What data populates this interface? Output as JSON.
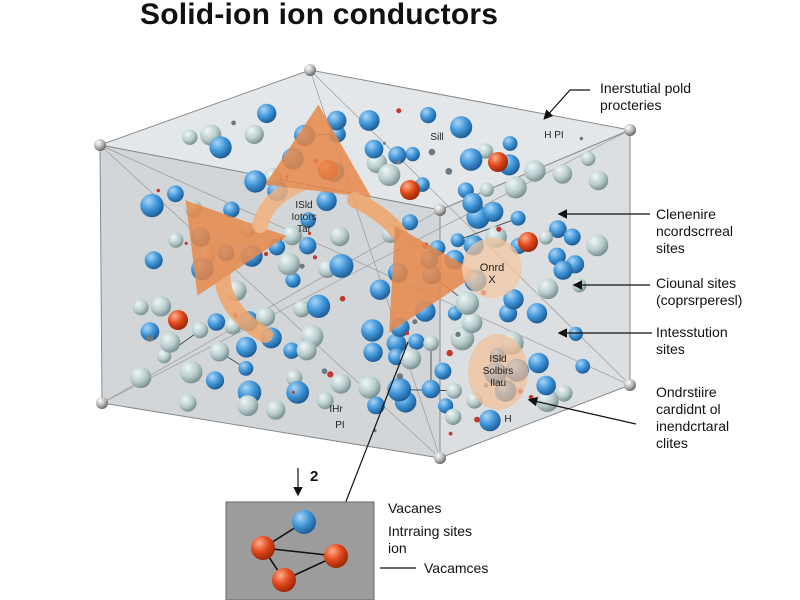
{
  "title": "Solid-ion ion conductors",
  "callouts": [
    {
      "id": "c1",
      "lines": [
        "Inerstutial pold",
        "procteries"
      ]
    },
    {
      "id": "c2",
      "lines": [
        "Clenenire",
        "ncordscrreal",
        "sites"
      ]
    },
    {
      "id": "c3",
      "lines": [
        "Ciounal sites",
        "(coprsrperesl)"
      ]
    },
    {
      "id": "c4",
      "lines": [
        "Intesstution",
        "sites"
      ]
    },
    {
      "id": "c5",
      "lines": [
        "Ondrstiire",
        "cardidnt ol",
        "inendcrtaral",
        "clites"
      ]
    }
  ],
  "inner_labels": {
    "label_a": [
      "ISld",
      "Iotors",
      "Tar"
    ],
    "label_b": [
      "Onrd",
      "X"
    ],
    "label_c": [
      "ISld",
      "Solbirs",
      "Ilau"
    ],
    "label_d": "Sill",
    "label_e": "H PI",
    "label_f": "H",
    "label_g": "IHr",
    "label_h": "PI"
  },
  "step_number": "2",
  "inset": {
    "label_vacancies_top": "Vacanes",
    "label_intrating": [
      "Intrraing sites",
      "ion"
    ],
    "label_vacancies_bottom": "Vacamces"
  },
  "colors": {
    "blue_ion": "#3f95d8",
    "pale_ion": "#b8cccd",
    "red_ion": "#e0461b",
    "orange_arrow": "#f0a56a",
    "cube_face": "#d9dcde",
    "inset_bg": "#9c9c9c"
  }
}
